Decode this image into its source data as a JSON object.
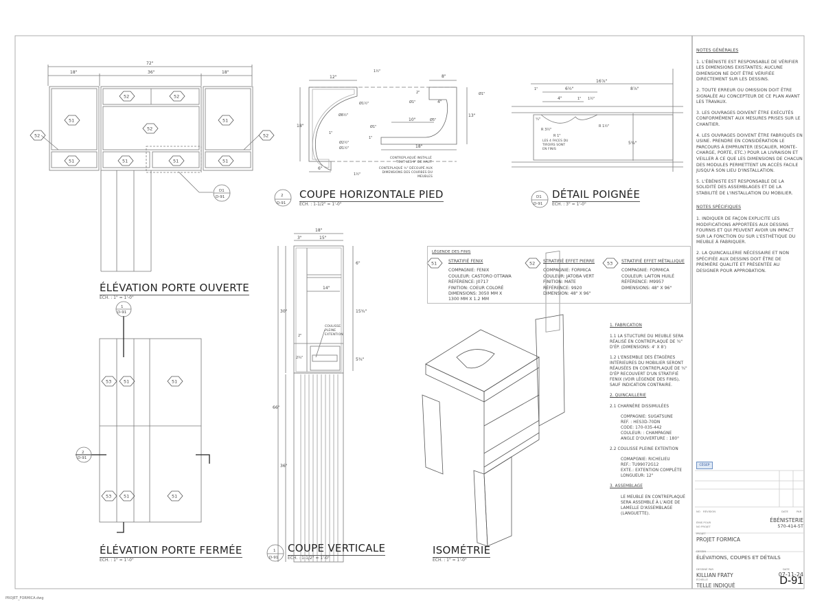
{
  "file_name": "PROJET_FORMICA.dwg",
  "views": {
    "elev_open": {
      "title": "ÉLÉVATION PORTE OUVERTE",
      "scale": "ÉCH. : 1\" = 1'-0\"",
      "dims": [
        "72\"",
        "18\"",
        "36\"",
        "18\""
      ],
      "detail_ref": "D1",
      "detail_sheet": "D-91"
    },
    "elev_closed": {
      "title": "ÉLÉVATION PORTE FERMÉE",
      "scale": "ÉCH. : 1\" = 1'-0\"",
      "sec1_num": "1",
      "sec1_sheet": "D-91",
      "sec2_num": "2",
      "sec2_sheet": "D-91"
    },
    "horiz": {
      "title": "COUPE HORIZONTALE PIED",
      "scale": "ÉCH. : 1-1/2\" = 1'-0\"",
      "num": "2",
      "sheet": "D-91",
      "dims": [
        "12\"",
        "1½\"",
        "18\"",
        "Ø1½\"",
        "Ø8½\"",
        "1\"",
        "Ø2½\"",
        "Ø1½\"",
        "6\"",
        "1½\"",
        "8\"",
        "2\"",
        "Ø1\"",
        "4\"",
        "Ø1\"",
        "13\"",
        "10\"",
        "Ø5\"",
        "Ø1\"",
        "1\"",
        "18\""
      ],
      "note1": "CONTREPLAQUÉ INSTALLÉ TOUT LES 9\" DE HAUT",
      "note2": "CONTEPLAQUÉ ¾\" DÉCOUPÉ AUX DIMENSIONS DES COURBES DU MEUBLES"
    },
    "handle": {
      "title": "DÉTAIL POIGNÉE",
      "scale": "ÉCH. : 3\" = 1'-0\"",
      "num": "D1",
      "sheet": "D-91",
      "dims": [
        "16⅞\"",
        "1\"",
        "6½\"",
        "8⅞\"",
        "4\"",
        "1\"",
        "1½\"",
        "¼\"",
        "R 3½\"",
        "R 1\"",
        "R 1½\"",
        "5¾\""
      ],
      "note": "LES 4 FACES DU TIROIRS SONT EN FINIS"
    },
    "vertical": {
      "title": "COUPE VERTICALE",
      "scale": "ÉCH. : 1-1/2\" = 1'-0\"",
      "num": "1",
      "sheet": "D-91",
      "dims": [
        "18\"",
        "3\"",
        "15\"",
        "6\"",
        "14\"",
        "15¾\"",
        "30\"",
        "2\"",
        "5¾\"",
        "2¾\"",
        "66\"",
        "36\""
      ],
      "note": "COULISSE PLEINE EXTENTION"
    },
    "iso": {
      "title": "ISOMÉTRIE",
      "scale": "ÉCH. : 1\" = 1'-0\""
    }
  },
  "tags": {
    "s51": "51",
    "s52": "52",
    "s53": "53"
  },
  "legend": {
    "title": "LÉGENDE DES FINIS",
    "items": [
      {
        "tag": "51",
        "title": "STRATIFIÉ FENIX",
        "lines": [
          "COMPAGNIE: FENIX",
          "COULEUR: CASTORO OTTAWA",
          "RÉFÉRENCE: J0717",
          "FINITION: COEUR COLORÉ",
          "DIMENSIONS: 3050 MM X",
          "1300 MM  X 1.2 MM"
        ]
      },
      {
        "tag": "52",
        "title": "STRATIFIÉ EFFET PIERRE",
        "lines": [
          "COMPAGNIE: FORMICA",
          "COULEUR: JATOBA VERT",
          "FINITION: MATE",
          "RÉFÉRENCE: 9920",
          "DIMENSION: 48\" X 96\""
        ]
      },
      {
        "tag": "53",
        "title": "STRATIFIÉ EFFET MÉTALLIQUE",
        "lines": [
          "COMPAGNIE: FORMICA",
          "COULEUR: LAITON HUILÉ",
          "RÉFÉRENCE: M9957",
          "DIMENSIONS: 48\" X 96\""
        ]
      }
    ]
  },
  "notes_generales": {
    "title": "NOTES GÉNÉRALES",
    "items": [
      "1.  L'ÉBÉNISTE EST RESPONSABLE DE VÉRIFIER LES DIMENSIONS EXISTANTES; AUCUNE DIMENSION NE DOIT ÊTRE VÉRIFIÉE DIRECTEMENT SUR LES DESSINS.",
      "2.  TOUTE ERREUR OU OMISSION DOIT ÊTRE SIGNALÉE AU CONCEPTEUR DE CE PLAN AVANT LES TRAVAUX.",
      "3.  LES OUVRAGES DOIVENT ÊTRE EXÉCUTÉS CONFORMÉMENT AUX MESURES PRISES SUR LE CHANTIER.",
      "4.  LES OUVRAGES DOIVENT ÊTRE FABRIQUÉS EN USINE. PRENDRE EN CONSIDÉRATION LE PARCOURS À EMPRUNTER (ESCALIER, MONTE-CHARGE, PORTE, ETC.) POUR LA LIVRAISON ET VEILLER À CE QUE LES DIMENSIONS DE CHACUN DES MODULES PERMETTENT UN ACCÈS FACILE JUSQU'À SON LIEU D'INSTALLATION.",
      "5.  L'ÉBÉNISTE EST RESPONSABLE DE LA SOLIDITÉ DES ASSEMBLAGES ET DE LA STABILITÉ DE L'INSTALLATION DU MOBILIER."
    ]
  },
  "notes_specifiques": {
    "title": "NOTES SPÉCIFIQUES",
    "items": [
      "1.  INDIQUER DE FAÇON EXPLICITE LES MODIFICATIONS APPORTÉES AUX DESSINS FOURNIS ET QUI PEUVENT AVOIR UN IMPACT SUR LA FONCTION OU SUR L'ESTHÉTIQUE DU MEUBLE À FABRIQUER.",
      "2.  LA QUINCAILLERIE NÉCESSAIRE ET NON SPÉCIFIÉE AUX DESSINS DOIT ÊTRE DE PREMIÈRE QUALITÉ ET PRÉSENTÉE AU DESIGNER POUR APPROBATION."
    ]
  },
  "fabrication": {
    "h1": "1.  FABRICATION",
    "p11": "1.1  LA STUCTURE DU MEUBLE SERA RÉALISÉ EN CONTREPLAQUÉ DE ¾\" D'ÉP. (DIMENSIONS: 4' X 8')",
    "p12": "1.2  L'ENSEMBLE DES ÉTAGÈRES INTÉRIEURES DU MOBILIER SERONT RÉAUSÉES EN CONTREPLAQUÉ DE ¾\" D'ÉP RECOUVERT D'UN STRATIFIÉ FENIX (VOIR LÉGENDE DES FINIS), SAUF INDICATION CONTRAIRE.",
    "h2": "2.  QUINCAILLERIE",
    "p21": "2.1  CHARNÈRE DISSIMULÉES",
    "p21_detail": [
      "COMPAGNIE: SUGATSUNE",
      "REF. : HES3D-70DN",
      "CODE: 170-035-442",
      "COULEUR: : CHAMPAGNE",
      "ANGLE D'OUVERTURE : 180°"
    ],
    "p22": "2.2  COULISSE PLEINE EXTENTION",
    "p22_detail": [
      "COMAPGNIE: RICHELIEU",
      "REF.: TU99072G12",
      "EXTE.: EXTENTION COMPLÈTE",
      "LONGUEUR: 12\""
    ],
    "h3": "3.  ASSEMBLAGE",
    "p3": "LE MEUBLE EN CONTREPLAQUÉ SERA ASSEMBLÉ À L'AIDE DE LAMELLE D'ASSEMBLAGE (LANGUETTE)."
  },
  "title_block": {
    "logo": "CÉGEP",
    "rev_no_label": "NO",
    "rev_label": "RÉVISION",
    "rev_date_label": "DATE",
    "rev_by_label": "PAR",
    "issued_label": "ÉMIS POUR",
    "project_no_label": "NO PROJET",
    "issued": "ÉBÉNISTERIE",
    "project_no": "570-414-5T",
    "project_label": "PROJET",
    "project": "PROJET FORMICA",
    "drawing_label": "DESSIN",
    "drawing": "ÉLÉVATIONS, COUPES ET DÉTAILS",
    "drawn_by_label": "DESSINÉ PAR",
    "drawn_by": "KILLIAN FRATY",
    "date_label": "DATE",
    "date": "07-11-24",
    "scale_label": "ÉCHELLE",
    "scale": "TELLE INDIQUÉ",
    "sheet": "D-91"
  }
}
